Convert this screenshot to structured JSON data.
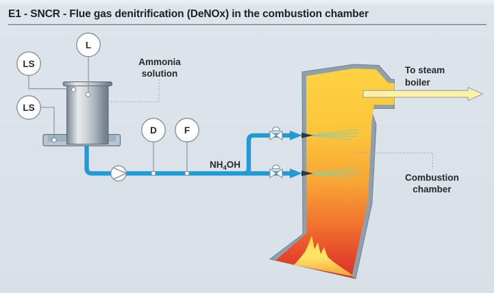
{
  "header": {
    "title": "E1 - SNCR - Flue gas denitrification (DeNOx) in the combustion chamber"
  },
  "instruments": {
    "level": "L",
    "level_switch_top": "LS",
    "level_switch_bottom": "LS",
    "density": "D",
    "flow": "F"
  },
  "labels": {
    "ammonia": {
      "line1": "Ammonia",
      "line2": "solution"
    },
    "chemical": {
      "prefix": "NH",
      "subscript": "4",
      "suffix": "OH"
    },
    "steam": {
      "line1": "To steam",
      "line2": "boiler"
    },
    "combustion": {
      "line1": "Combustion",
      "line2": "chamber"
    }
  },
  "colors": {
    "background": "#d9e1e8",
    "pipe_blue": "#1f9bd5",
    "wall_gray": "#8fa0ad",
    "interior_top": "#fdd342",
    "interior_bottom": "#d93028",
    "flame_yellow": "#ffe76a",
    "spray_green": "#98cb93",
    "steam_arrow_fill": "#fdf0a7",
    "line_gray": "#8795a1"
  }
}
